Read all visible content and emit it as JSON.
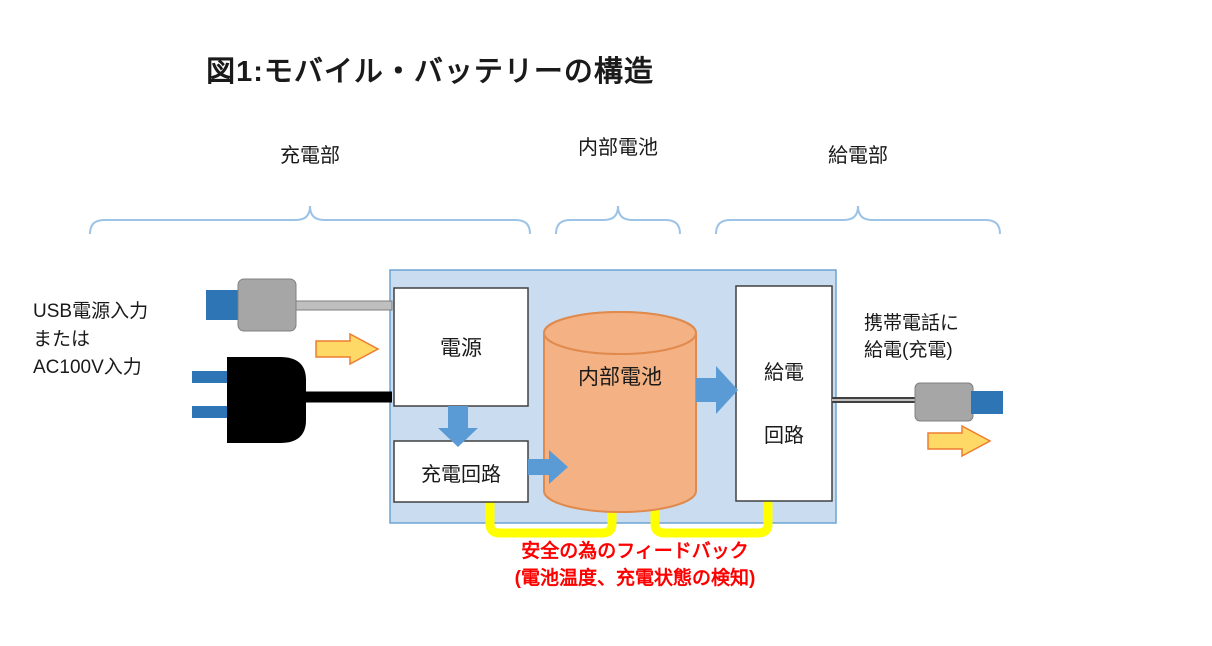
{
  "title": "図1:モバイル・バッテリーの構造",
  "sections": {
    "charging": "充電部",
    "internal_battery": "内部電池",
    "power_supply": "給電部"
  },
  "input_label": {
    "line1": "USB電源入力",
    "line2": "または",
    "line3": "AC100V入力"
  },
  "blocks": {
    "power": "電源",
    "charge_circuit": "充電回路",
    "internal_battery": "内部電池",
    "supply_circuit_line1": "給電",
    "supply_circuit_line2": "回路"
  },
  "output_label": {
    "line1": "携帯電話に",
    "line2": "給電(充電)"
  },
  "feedback": {
    "line1": "安全の為のフィードバック",
    "line2": "(電池温度、充電状態の検知)"
  },
  "colors": {
    "container_fill": "#c9dcf0",
    "container_border": "#6fa3d2",
    "box_border": "#404040",
    "cylinder_fill": "#f4b183",
    "cylinder_border": "#e08a4e",
    "blue_arrow": "#5b9bd5",
    "orange_arrow_fill": "#ffd966",
    "orange_arrow_border": "#ed7d31",
    "yellow_feedback": "#ffff00",
    "feedback_text": "#ff0000",
    "brace": "#9dc3e6",
    "connector_gray": "#a6a6a6",
    "connector_blue": "#2e75b6"
  }
}
